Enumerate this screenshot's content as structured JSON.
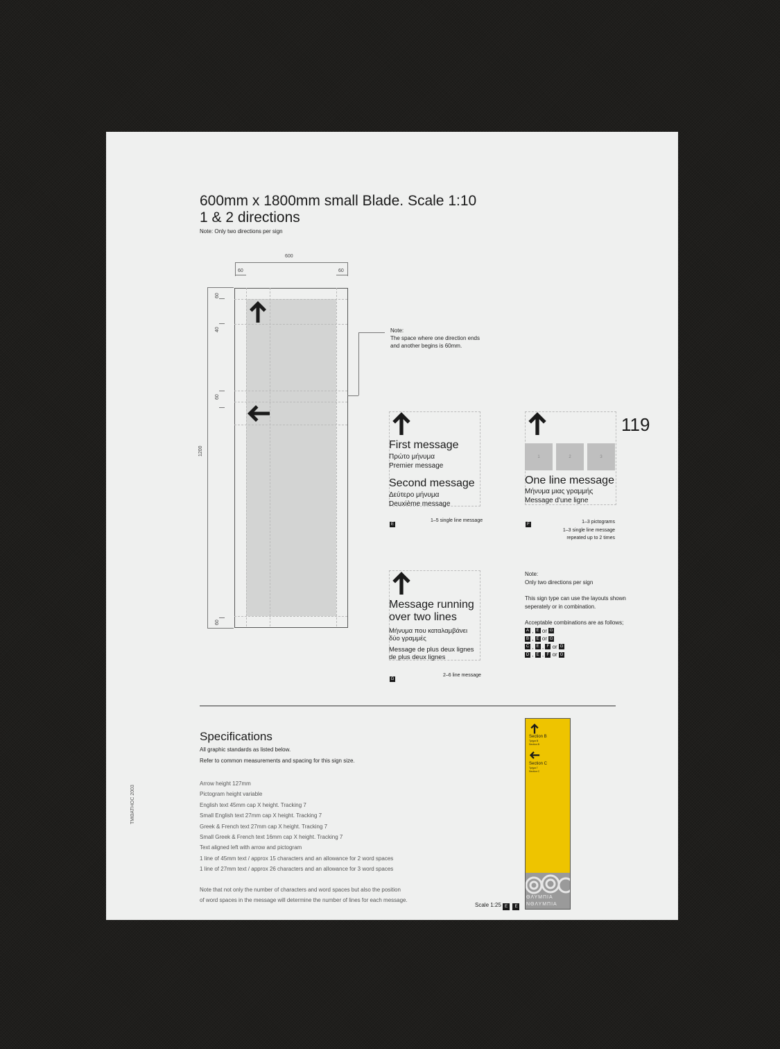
{
  "title": {
    "line1": "600mm x 1800mm small Blade. Scale 1:10",
    "line2": "1 & 2 directions"
  },
  "subtitle_note": "Note: Only two directions per sign",
  "dimensions": {
    "width_total": "600",
    "margin_left": "60",
    "margin_right": "60",
    "v1": "60",
    "v2": "40",
    "v3": "60",
    "v4": "60",
    "height_total": "1200"
  },
  "gap_note": {
    "label": "Note:",
    "line1": "The space where one direction ends",
    "line2": "and another begins is 60mm."
  },
  "page_number": "119",
  "layout_e": {
    "first_en": "First message",
    "first_gr": "Πρώτο μήνυμα",
    "first_fr": "Premier message",
    "second_en": "Second message",
    "second_gr": "Δεύτερο μήνυμα",
    "second_fr": "Deuxième message",
    "letter": "E",
    "caption": "1–5 single line message"
  },
  "layout_f": {
    "picto1": "1",
    "picto2": "2",
    "picto3": "3",
    "en": "One line message",
    "gr": "Μήνυμα μιας γραμμής",
    "fr": "Message d'une ligne",
    "letter": "F",
    "caption1": "1–3 pictograms",
    "caption2": "1–3 single line message",
    "caption3": "repeated up to 2 times"
  },
  "layout_g": {
    "en1": "Message running",
    "en2": "over two lines",
    "gr1": "Μήνυμα που καταλαμβάνει",
    "gr2": "δύο γραμμές",
    "fr1": "Message de plus deux lignes",
    "fr2": "de plus deux lignes",
    "letter": "G",
    "caption": "2–6 line message"
  },
  "combo_note": {
    "label": "Note:",
    "line1": "Only two directions per sign",
    "line2": "This sign type can use the layouts shown",
    "line3": "seperately or in combination.",
    "line4": "Acceptable combinations are as follows;",
    "combos": [
      {
        "a": "A",
        "b": "E",
        "c": "G"
      },
      {
        "a": "B",
        "b": "E",
        "c": "G"
      },
      {
        "a": "C",
        "b": "E",
        "d": "F",
        "c": "G"
      },
      {
        "a": "D",
        "b": "E",
        "d": "F",
        "c": "G"
      }
    ],
    "or": "or"
  },
  "specs": {
    "heading": "Specifications",
    "intro1": "All graphic standards as listed below.",
    "intro2": "Refer to common measurements and spacing for this sign size.",
    "items": [
      "Arrow height 127mm",
      "Pictogram height variable",
      "English text 45mm cap X height. Tracking 7",
      "Small English text 27mm cap X height. Tracking 7",
      "Greek & French text 27mm cap X height. Tracking 7",
      "Small Greek & French text 16mm cap X height. Tracking 7",
      "Text aligned left with arrow and pictogram",
      "1 line of 45mm text / approx 15 characters and an allowance for 2 word spaces",
      "1 line of 27mm text / approx 26 characters and an allowance for 3 word spaces"
    ],
    "footnote1": "Note that not only the number of characters and word spaces but also the position",
    "footnote2": "of word spaces in the message will determine the number of lines for each message."
  },
  "side_credit": "ΤΜΘΑΤΗΟC 2003",
  "scale_label": "Scale 1:25",
  "scale_letters": [
    "E",
    "E"
  ],
  "sample_sign": {
    "sec_b": "Section B",
    "sec_b_gr": "Τμήμα Β",
    "sec_b_fr": "Section B",
    "sec_c": "Section C",
    "sec_c_gr": "Τμήμα Γ",
    "sec_c_fr": "Section C",
    "logo_text1": "ΘΛΥΜΠΙΑ",
    "logo_text2": "ΝΘΛΥΜΠΙΑ",
    "color": "#eec400"
  }
}
